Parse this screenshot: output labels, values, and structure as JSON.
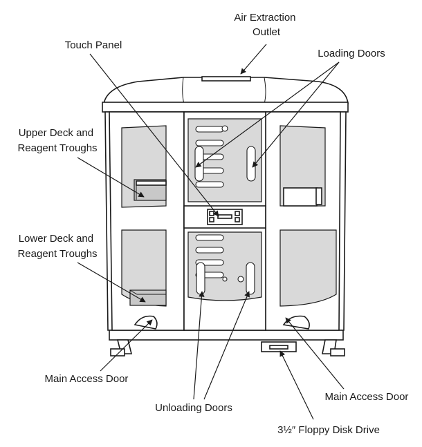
{
  "labels": {
    "air_extraction_outlet": [
      "Air Extraction",
      "Outlet"
    ],
    "touch_panel": [
      "Touch Panel"
    ],
    "loading_doors": [
      "Loading Doors"
    ],
    "upper_deck": [
      "Upper Deck and",
      "Reagent Troughs"
    ],
    "lower_deck": [
      "Lower Deck and",
      "Reagent Troughs"
    ],
    "main_access_door_left": [
      "Main Access Door"
    ],
    "main_access_door_right": [
      "Main Access Door"
    ],
    "unloading_doors": [
      "Unloading Doors"
    ],
    "floppy_disk_drive": [
      "3½″ Floppy Disk Drive"
    ]
  }
}
